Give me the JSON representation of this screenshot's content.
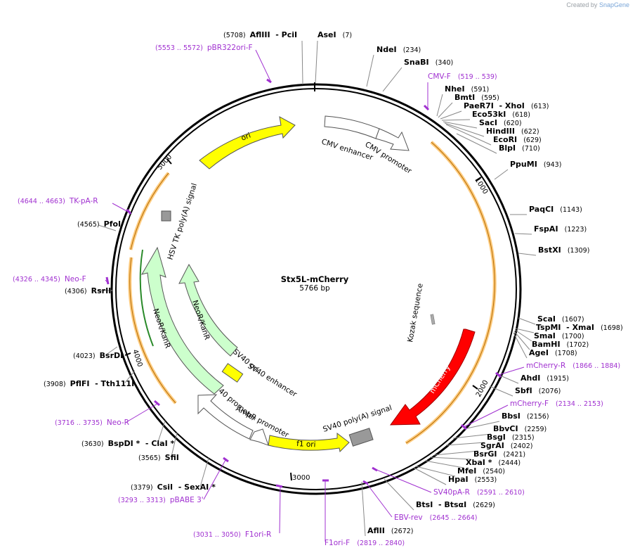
{
  "header": {
    "created_by": "Created by",
    "brand": "SnapGene"
  },
  "plasmid": {
    "name": "Stx5L-mCherry",
    "length": "5766 bp",
    "total_bp": 5766
  },
  "ticks": [
    {
      "bp": 1000,
      "label": "1000"
    },
    {
      "bp": 2000,
      "label": "2000"
    },
    {
      "bp": 3000,
      "label": "3000"
    },
    {
      "bp": 4000,
      "label": "4000"
    },
    {
      "bp": 5000,
      "label": "5000"
    }
  ],
  "sites": [
    {
      "id": "afliii-pcii",
      "bp": 5708,
      "name": "AflIII",
      "name2": "PciI",
      "pos": "(5708)",
      "side": "left",
      "star2": false
    },
    {
      "id": "asei",
      "bp": 7,
      "name": "AseI",
      "pos": "(7)",
      "side": "right"
    },
    {
      "id": "ndei",
      "bp": 234,
      "name": "NdeI",
      "pos": "(234)",
      "side": "right"
    },
    {
      "id": "snabi",
      "bp": 340,
      "name": "SnaBI",
      "pos": "(340)",
      "side": "right"
    },
    {
      "id": "nhei",
      "bp": 591,
      "name": "NheI",
      "pos": "(591)",
      "side": "right"
    },
    {
      "id": "bmti",
      "bp": 595,
      "name": "BmtI",
      "pos": "(595)",
      "side": "right"
    },
    {
      "id": "paer7i-xhoi",
      "bp": 613,
      "name": "PaeR7I",
      "name2": "XhoI",
      "pos": "(613)",
      "side": "right"
    },
    {
      "id": "eco53ki",
      "bp": 618,
      "name": "Eco53kI",
      "pos": "(618)",
      "side": "right"
    },
    {
      "id": "saci",
      "bp": 620,
      "name": "SacI",
      "pos": "(620)",
      "side": "right"
    },
    {
      "id": "hindiii",
      "bp": 622,
      "name": "HindIII",
      "pos": "(622)",
      "side": "right"
    },
    {
      "id": "ecori",
      "bp": 629,
      "name": "EcoRI",
      "pos": "(629)",
      "side": "right"
    },
    {
      "id": "blpi",
      "bp": 710,
      "name": "BlpI",
      "pos": "(710)",
      "side": "right"
    },
    {
      "id": "ppumi",
      "bp": 943,
      "name": "PpuMI",
      "pos": "(943)",
      "side": "right"
    },
    {
      "id": "paqci",
      "bp": 1143,
      "name": "PaqCI",
      "pos": "(1143)",
      "side": "right"
    },
    {
      "id": "fspai",
      "bp": 1223,
      "name": "FspAI",
      "pos": "(1223)",
      "side": "right"
    },
    {
      "id": "bstxi",
      "bp": 1309,
      "name": "BstXI",
      "pos": "(1309)",
      "side": "right"
    },
    {
      "id": "scai",
      "bp": 1607,
      "name": "ScaI",
      "pos": "(1607)",
      "side": "right"
    },
    {
      "id": "tspmi-xmai",
      "bp": 1698,
      "name": "TspMI",
      "name2": "XmaI",
      "pos": "(1698)",
      "side": "right"
    },
    {
      "id": "smai",
      "bp": 1700,
      "name": "SmaI",
      "pos": "(1700)",
      "side": "right"
    },
    {
      "id": "bamhi",
      "bp": 1702,
      "name": "BamHI",
      "pos": "(1702)",
      "side": "right"
    },
    {
      "id": "agei",
      "bp": 1708,
      "name": "AgeI",
      "pos": "(1708)",
      "side": "right"
    },
    {
      "id": "ahdi",
      "bp": 1915,
      "name": "AhdI",
      "pos": "(1915)",
      "side": "right"
    },
    {
      "id": "sbfi",
      "bp": 2076,
      "name": "SbfI",
      "pos": "(2076)",
      "side": "right"
    },
    {
      "id": "bbsi",
      "bp": 2156,
      "name": "BbsI",
      "pos": "(2156)",
      "side": "right"
    },
    {
      "id": "bbvci",
      "bp": 2259,
      "name": "BbvCI",
      "pos": "(2259)",
      "side": "right"
    },
    {
      "id": "bsgi",
      "bp": 2315,
      "name": "BsgI",
      "pos": "(2315)",
      "side": "right"
    },
    {
      "id": "sgrai",
      "bp": 2402,
      "name": "SgrAI",
      "pos": "(2402)",
      "side": "right"
    },
    {
      "id": "bsrgi",
      "bp": 2421,
      "name": "BsrGI",
      "pos": "(2421)",
      "side": "right"
    },
    {
      "id": "xbai",
      "bp": 2444,
      "name": "XbaI",
      "pos": "(2444)",
      "side": "right",
      "star1": true
    },
    {
      "id": "mfei",
      "bp": 2540,
      "name": "MfeI",
      "pos": "(2540)",
      "side": "right"
    },
    {
      "id": "hpai",
      "bp": 2553,
      "name": "HpaI",
      "pos": "(2553)",
      "side": "right"
    },
    {
      "id": "bstsi-btsai",
      "bp": 2629,
      "name": "BtsI",
      "name2": "BtsαI",
      "pos": "(2629)",
      "side": "right"
    },
    {
      "id": "aflii",
      "bp": 2672,
      "name": "AflII",
      "pos": "(2672)",
      "side": "right"
    },
    {
      "id": "csii-sexai",
      "bp": 3379,
      "name": "CsiI",
      "name2": "SexAI",
      "pos": "(3379)",
      "side": "left",
      "star2": true
    },
    {
      "id": "sfii",
      "bp": 3565,
      "name": "SfiI",
      "pos": "(3565)",
      "side": "left"
    },
    {
      "id": "bspdi-clai",
      "bp": 3630,
      "name": "BspDI",
      "name2": "ClaI",
      "pos": "(3630)",
      "side": "left",
      "star1": true,
      "star2": true
    },
    {
      "id": "pflfi-tth111i",
      "bp": 3908,
      "name": "PflFI",
      "name2": "Tth111I",
      "pos": "(3908)",
      "side": "left"
    },
    {
      "id": "bsrdi",
      "bp": 4023,
      "name": "BsrDI",
      "pos": "(4023)",
      "side": "left"
    },
    {
      "id": "rsrii",
      "bp": 4306,
      "name": "RsrII",
      "pos": "(4306)",
      "side": "left"
    },
    {
      "id": "pfoi",
      "bp": 4565,
      "name": "PfoI",
      "pos": "(4565)",
      "side": "left"
    }
  ],
  "primers": [
    {
      "id": "pbr322ori-f",
      "name": "pBR322ori-F",
      "range": "(5553 .. 5572)",
      "side": "left"
    },
    {
      "id": "cmv-f",
      "name": "CMV-F",
      "range": "(519 .. 539)",
      "side": "right"
    },
    {
      "id": "tk-pa-r",
      "name": "TK-pA-R",
      "range": "(4644 .. 4663)",
      "side": "left"
    },
    {
      "id": "neo-f",
      "name": "Neo-F",
      "range": "(4326 .. 4345)",
      "side": "left"
    },
    {
      "id": "mcherry-r",
      "name": "mCherry-R",
      "range": "(1866 .. 1884)",
      "side": "right"
    },
    {
      "id": "mcherry-f",
      "name": "mCherry-F",
      "range": "(2134 .. 2153)",
      "side": "right"
    },
    {
      "id": "neo-r",
      "name": "Neo-R",
      "range": "(3716 .. 3735)",
      "side": "left"
    },
    {
      "id": "sv40pa-r",
      "name": "SV40pA-R",
      "range": "(2591 .. 2610)",
      "side": "right"
    },
    {
      "id": "ebv-rev",
      "name": "EBV-rev",
      "range": "(2645 .. 2664)",
      "side": "right"
    },
    {
      "id": "pbabe-3",
      "name": "pBABE 3'",
      "range": "(3293 .. 3313)",
      "side": "left"
    },
    {
      "id": "f1ori-r",
      "name": "F1ori-R",
      "range": "(3031 .. 3050)",
      "side": "left"
    },
    {
      "id": "f1ori-f",
      "name": "F1ori-F",
      "range": "(2819 .. 2840)",
      "side": "right"
    }
  ],
  "features": {
    "ori": "ori",
    "cmv_enhancer": "CMV enhancer",
    "cmv_promoter": "CMV promoter",
    "hsv_tk": "HSV TK poly(A) signal",
    "neor_outer": "NeoR/KanR",
    "neor_inner": "NeoR/KanR",
    "sv40_ori": "SV40 ori",
    "sv40_enhancer": "SV40 enhancer",
    "sv40_promoter": "SV40 promoter",
    "ampr_promoter": "AmpR promoter",
    "f1_ori": "f1 ori",
    "sv40_polya": "SV40 poly(A) signal",
    "kozak": "Kozak sequence",
    "mcherry": "mCherry"
  },
  "colors": {
    "backbone": "#000000",
    "ori": "#ffff00",
    "mcherry": "#ff0000",
    "neor": "#ccffcc",
    "promoter": "#ffffff",
    "primer": "#a030d0",
    "orf_arc": "#ffa500",
    "polya": "#999999"
  }
}
